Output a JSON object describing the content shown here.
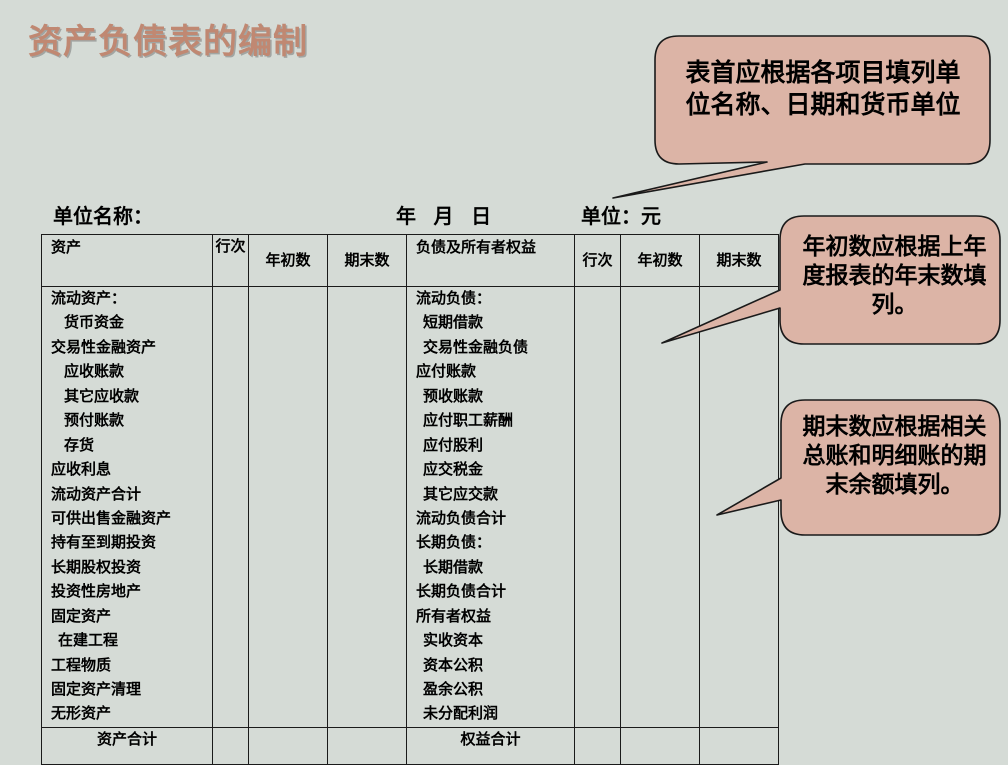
{
  "slide": {
    "title": "资产负债表的编制",
    "background_color": "#d5dbd6",
    "title_color": "#c08872"
  },
  "sheet_header": {
    "unit_name_label": "单位名称：",
    "date_label": "年  月  日",
    "currency_label": "单位：元"
  },
  "table": {
    "columns": [
      {
        "key": "asset",
        "label": "资产"
      },
      {
        "key": "seq_left",
        "label": "行次"
      },
      {
        "key": "begin_left",
        "label": "年初数"
      },
      {
        "key": "end_left",
        "label": "期末数"
      },
      {
        "key": "liability",
        "label": "负债及所有者权益"
      },
      {
        "key": "seq_right",
        "label": "行次"
      },
      {
        "key": "begin_right",
        "label": "年初数"
      },
      {
        "key": "end_right",
        "label": "期末数"
      }
    ],
    "asset_items": [
      {
        "label": "流动资产：",
        "indent": 0
      },
      {
        "label": "货币资金",
        "indent": 1
      },
      {
        "label": "交易性金融资产",
        "indent": 0
      },
      {
        "label": "应收账款",
        "indent": 1
      },
      {
        "label": "其它应收款",
        "indent": 1
      },
      {
        "label": "预付账款",
        "indent": 1
      },
      {
        "label": "存货",
        "indent": 1
      },
      {
        "label": "应收利息",
        "indent": 0
      },
      {
        "label": "流动资产合计",
        "indent": 0
      },
      {
        "label": "可供出售金融资产",
        "indent": 0
      },
      {
        "label": "持有至到期投资",
        "indent": 0
      },
      {
        "label": "长期股权投资",
        "indent": 0
      },
      {
        "label": "投资性房地产",
        "indent": 0
      },
      {
        "label": "固定资产",
        "indent": 0
      },
      {
        "label": "在建工程",
        "indent": 2
      },
      {
        "label": "工程物质",
        "indent": 0
      },
      {
        "label": "固定资产清理",
        "indent": 0
      },
      {
        "label": "无形资产",
        "indent": 0
      }
    ],
    "liability_items": [
      {
        "label": "流动负债：",
        "indent": 0
      },
      {
        "label": "短期借款",
        "indent": 2
      },
      {
        "label": "交易性金融负债",
        "indent": 2
      },
      {
        "label": "应付账款",
        "indent": 0
      },
      {
        "label": "预收账款",
        "indent": 2
      },
      {
        "label": "应付职工薪酬",
        "indent": 2
      },
      {
        "label": "应付股利",
        "indent": 2
      },
      {
        "label": "应交税金",
        "indent": 2
      },
      {
        "label": "其它应交款",
        "indent": 2
      },
      {
        "label": "流动负债合计",
        "indent": 0
      },
      {
        "label": "长期负债：",
        "indent": 0
      },
      {
        "label": "长期借款",
        "indent": 2
      },
      {
        "label": "长期负债合计",
        "indent": 0
      },
      {
        "label": "所有者权益",
        "indent": 0
      },
      {
        "label": "实收资本",
        "indent": 2
      },
      {
        "label": "资本公积",
        "indent": 2
      },
      {
        "label": "盈余公积",
        "indent": 2
      },
      {
        "label": "未分配利润",
        "indent": 2
      }
    ],
    "total_row": {
      "asset_total_label": "资产合计",
      "liability_total_label": "权益合计"
    }
  },
  "callouts": [
    {
      "id": "callout-1",
      "text": "表首应根据各项目填列单位名称、日期和货币单位"
    },
    {
      "id": "callout-2",
      "text": "年初数应根据上年度报表的年末数填列。"
    },
    {
      "id": "callout-3",
      "text": "期末数应根据相关总账和明细账的期末余额填列。"
    }
  ],
  "style": {
    "callout_fill": "#dcb4a6",
    "callout_stroke": "#1a1a1a",
    "table_border": "#1a1a1a"
  }
}
